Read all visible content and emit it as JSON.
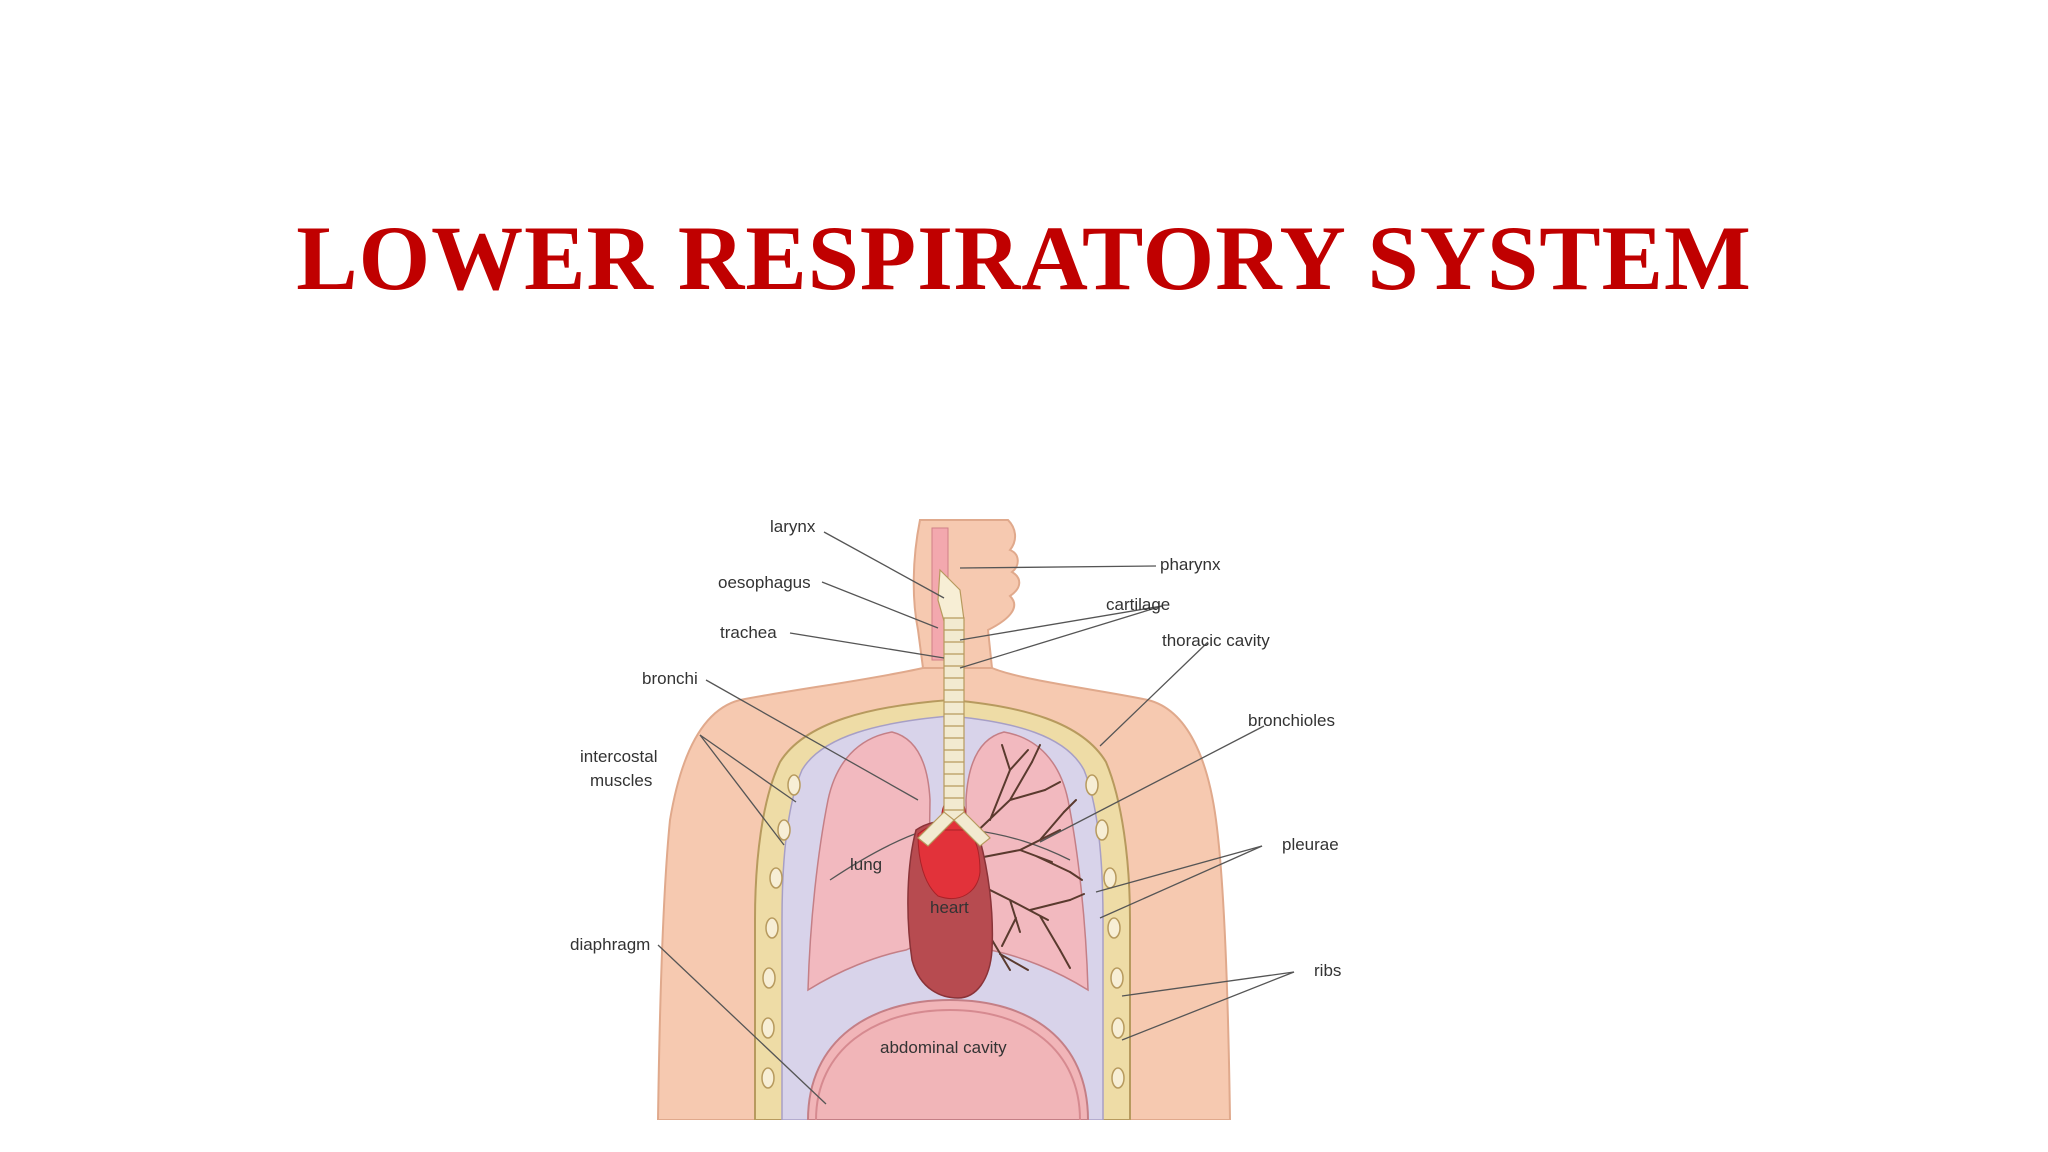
{
  "title": "LOWER RESPIRATORY SYSTEM",
  "colors": {
    "title": "#c00000",
    "skin": "#f6c9b0",
    "skin_edge": "#e0a98c",
    "rib_band": "#eedca6",
    "pleura": "#d8d3ea",
    "lung": "#f2b9bf",
    "heart": "#b74b50",
    "heart_top": "#e2323a",
    "abdomen": "#f1b5b8",
    "cartilage": "#f2ead0"
  },
  "labels": {
    "larynx": "larynx",
    "oesophagus": "oesophagus",
    "trachea": "trachea",
    "bronchi": "bronchi",
    "intercostal": "intercostal",
    "muscles": "muscles",
    "diaphragm": "diaphragm",
    "pharynx": "pharynx",
    "cartilage": "cartilage",
    "thoracic_cavity": "thoracic cavity",
    "bronchioles": "bronchioles",
    "pleurae": "pleurae",
    "ribs": "ribs",
    "lung": "lung",
    "heart": "heart",
    "abdominal_cavity": "abdominal cavity"
  }
}
